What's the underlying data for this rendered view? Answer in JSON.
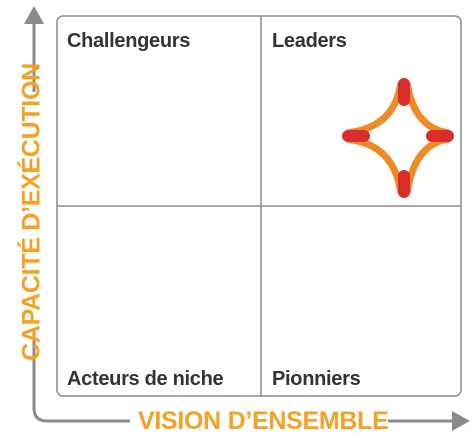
{
  "quadrants": {
    "top_left": "Challengeurs",
    "top_right": "Leaders",
    "bottom_left": "Acteurs de niche",
    "bottom_right": "Pionniers"
  },
  "axes": {
    "y_label": "CAPACITÉ D’EXÉCUTION",
    "x_label": "VISION D’ENSEMBLE"
  },
  "colors": {
    "axis_label": "#f4a226",
    "axis_line": "#8a8a8a",
    "grid_line": "#8a8a8a",
    "marker_fill": "#f08a24",
    "marker_accent": "#d92c2c",
    "quadrant_text": "#333333"
  },
  "marker": {
    "icon": "four-point-star-icon",
    "quadrant": "Leaders"
  }
}
